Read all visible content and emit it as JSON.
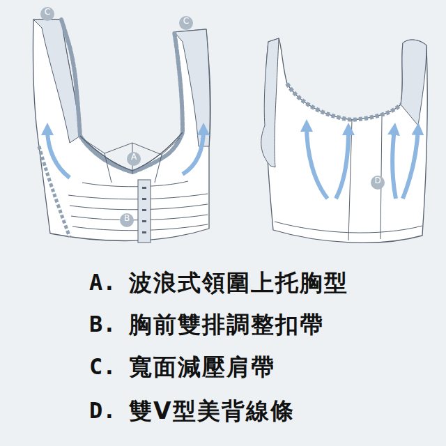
{
  "diagram": {
    "labels": [
      "C",
      "C",
      "A",
      "B",
      "D",
      "A.",
      "波浪式領圍上托胸型",
      "B.",
      "胸前雙排調整扣帶",
      "C.",
      "寬面減壓肩帶",
      "D.",
      "雙V型美背線條"
    ]
  }
}
